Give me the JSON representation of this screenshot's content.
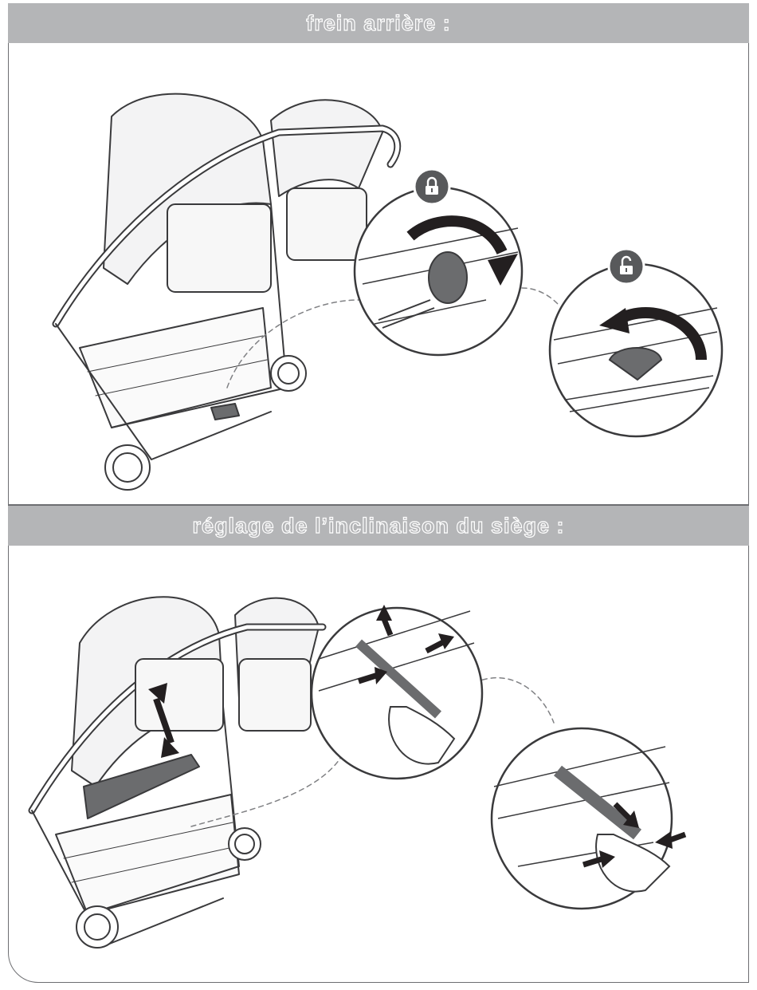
{
  "sections": [
    {
      "id": "rear-brake",
      "title": "frein arrière :"
    },
    {
      "id": "seat-recline",
      "title": "réglage de l’inclinaison du siège :"
    }
  ],
  "icons": {
    "locked": "padlock-closed-icon",
    "unlocked": "padlock-open-icon"
  },
  "colors": {
    "banner": "#b4b5b7",
    "line": "#3a3a3c",
    "frame": "#6d6e71",
    "dark_part": "#6b6c6e",
    "arrow": "#231f20"
  }
}
